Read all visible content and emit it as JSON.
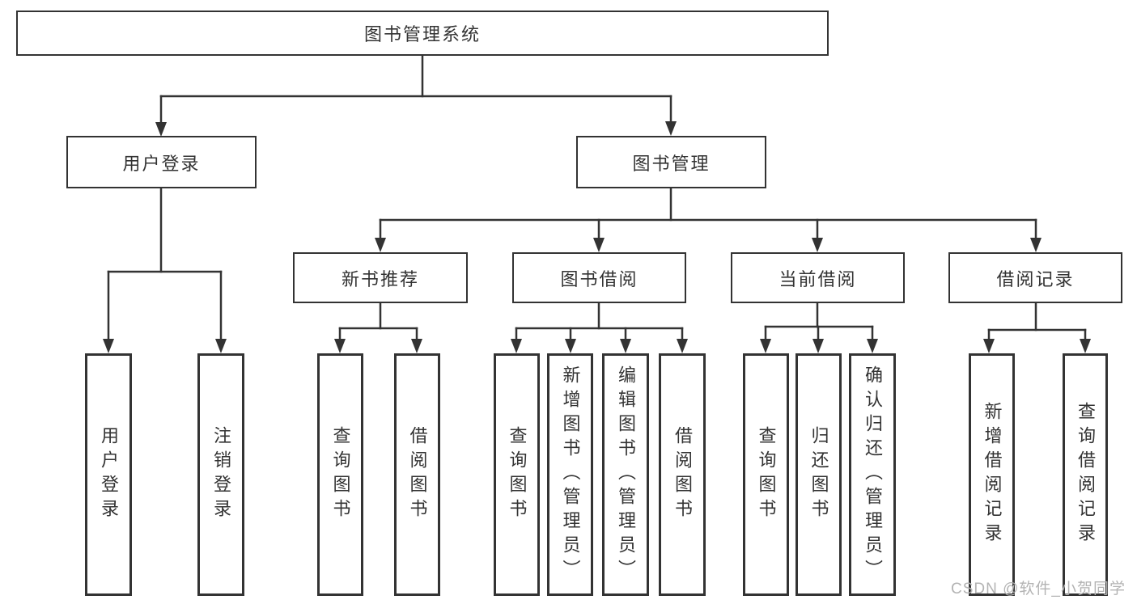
{
  "diagram_type": "hierarchy-tree",
  "tree": {
    "root": {
      "label": "图书管理系统"
    },
    "branches": [
      {
        "label": "用户登录",
        "children": [
          {
            "label": "用户登录"
          },
          {
            "label": "注销登录"
          }
        ]
      },
      {
        "label": "图书管理",
        "children": [
          {
            "label": "新书推荐",
            "children": [
              {
                "label": "查询图书"
              },
              {
                "label": "借阅图书"
              }
            ]
          },
          {
            "label": "图书借阅",
            "children": [
              {
                "label": "查询图书"
              },
              {
                "label": "新增图书（管理员）"
              },
              {
                "label": "编辑图书（管理员）"
              },
              {
                "label": "借阅图书"
              }
            ]
          },
          {
            "label": "当前借阅",
            "children": [
              {
                "label": "查询图书"
              },
              {
                "label": "归还图书"
              },
              {
                "label": "确认归还（管理员）"
              }
            ]
          },
          {
            "label": "借阅记录",
            "children": [
              {
                "label": "新增借阅记录"
              },
              {
                "label": "查询借阅记录"
              }
            ]
          }
        ]
      }
    ]
  },
  "watermark": "CSDN @软件_小贺同学",
  "colors": {
    "line": "#333333",
    "text": "#333333",
    "watermark": "#b3b3b3",
    "background": "#ffffff"
  }
}
